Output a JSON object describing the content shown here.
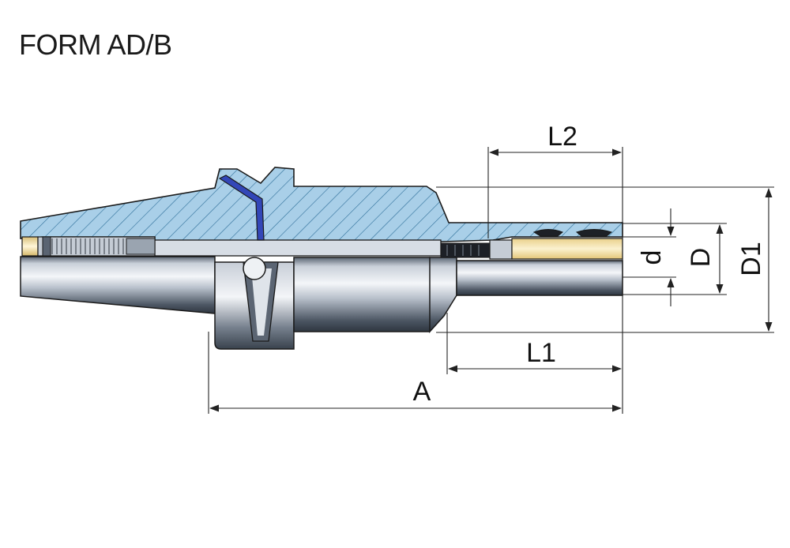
{
  "title": "FORM AD/B",
  "dimensions": {
    "L2": "L2",
    "L1": "L1",
    "A": "A",
    "d": "d",
    "D": "D",
    "D1": "D1"
  },
  "colors": {
    "section_fill": "#a9cfe8",
    "hatch": "#2c6e98",
    "outline": "#1a1a1a",
    "steel_dark": "#4a5563",
    "steel_light": "#eef1f5",
    "tool_tan": "#f5e4b0",
    "key_blue": "#3347b8",
    "dimension_line": "#222222"
  }
}
